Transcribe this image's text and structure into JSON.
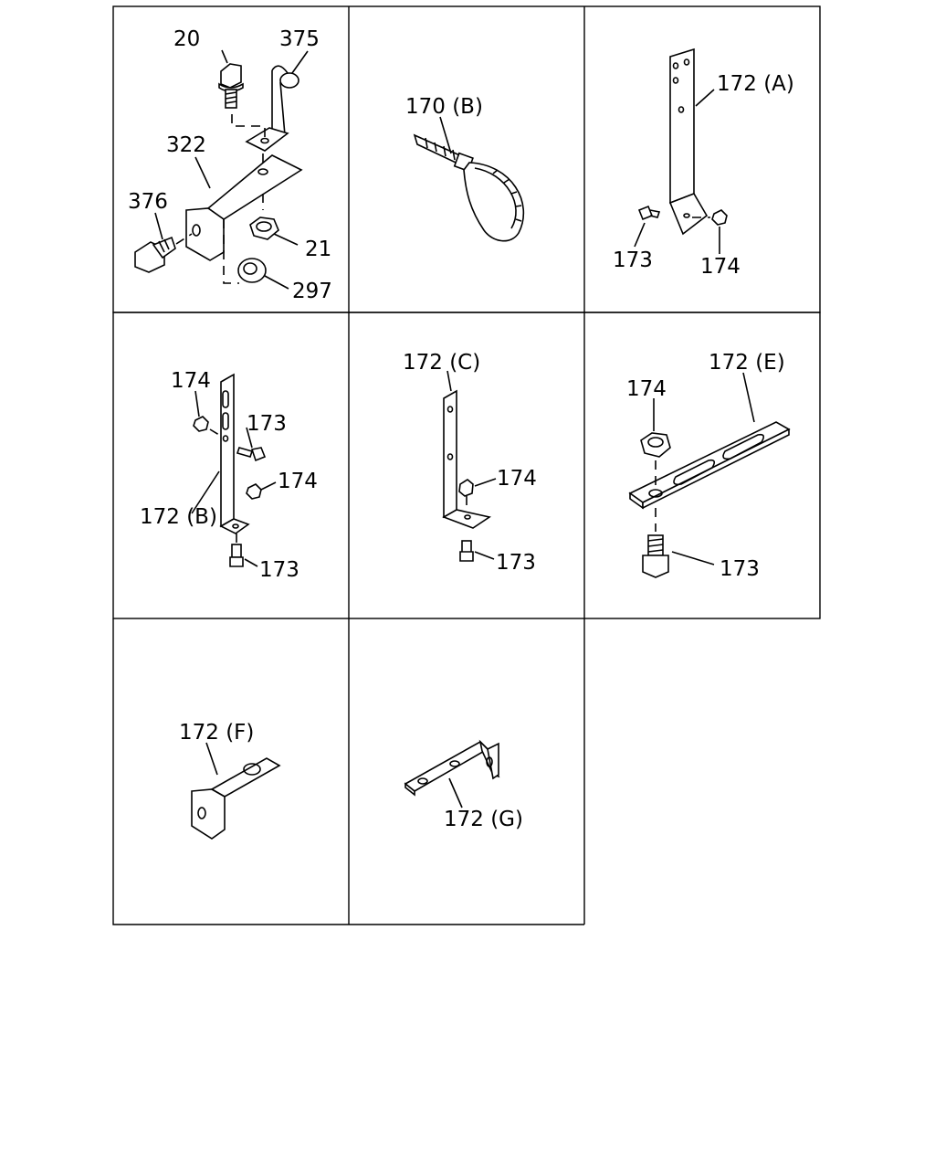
{
  "panels": [
    {
      "id": "p1",
      "callouts": [
        "20",
        "375",
        "322",
        "376",
        "21",
        "297"
      ]
    },
    {
      "id": "p2",
      "callouts": [
        "170 (B)"
      ]
    },
    {
      "id": "p3",
      "callouts": [
        "172 (A)",
        "173",
        "174"
      ]
    },
    {
      "id": "p4",
      "callouts": [
        "174",
        "173",
        "174",
        "172 (B)",
        "173"
      ]
    },
    {
      "id": "p5",
      "callouts": [
        "172 (C)",
        "174",
        "173"
      ]
    },
    {
      "id": "p6",
      "callouts": [
        "172 (E)",
        "174",
        "173"
      ]
    },
    {
      "id": "p7",
      "callouts": [
        "172 (F)"
      ]
    },
    {
      "id": "p8",
      "callouts": [
        "172 (G)"
      ]
    }
  ]
}
